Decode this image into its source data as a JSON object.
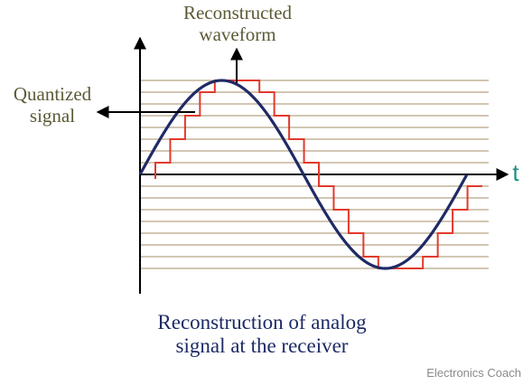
{
  "labels": {
    "reconstructed_line1": "Reconstructed",
    "reconstructed_line2": "waveform",
    "quantized_line1": "Quantized",
    "quantized_line2": "signal",
    "axis_t": "t",
    "caption_line1": "Reconstruction of analog",
    "caption_line2": "signal at the receiver",
    "watermark": "Electronics Coach"
  },
  "colors": {
    "label_olive": "#5c5a36",
    "caption_navy": "#1c2a66",
    "axis_t_teal": "#1f8f86",
    "grid_lines": "#c4b49a",
    "staircase": "#e23a2c",
    "waveform": "#1f2a66",
    "axes": "#000000"
  },
  "quantization": {
    "levels": 17,
    "steps_per_cycle": 22
  }
}
